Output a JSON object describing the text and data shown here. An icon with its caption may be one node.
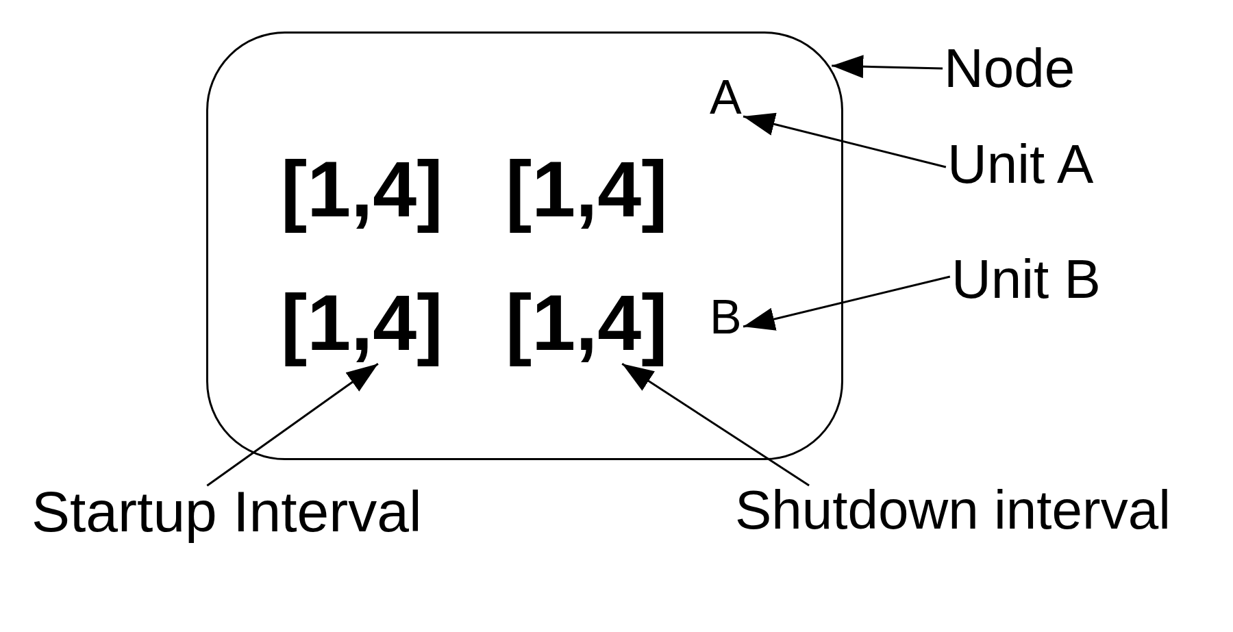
{
  "diagram": {
    "nodes": [
      {
        "text": [],
        "shape": "box"
      },
      {
        "text": [
          "[1,4]"
        ],
        "in": 0
      },
      {
        "text": [
          "[1,4]"
        ],
        "in": 0
      },
      {
        "text": [
          "A"
        ],
        "in": 0
      },
      {
        "text": [
          "[1,4]"
        ],
        "in": 0
      },
      {
        "text": [
          "[1,4]"
        ],
        "in": 0
      },
      {
        "text": [
          "B"
        ],
        "in": 0
      },
      {
        "text": [
          "Node"
        ]
      },
      {
        "text": [
          "Unit A"
        ]
      },
      {
        "text": [
          "Unit B"
        ]
      },
      {
        "text": [
          "Startup Interval"
        ]
      },
      {
        "text": [
          "Shutdown interval"
        ]
      }
    ],
    "edges": [
      {
        "from": 7,
        "to": 0,
        "arrow": "to"
      },
      {
        "from": 8,
        "to": 3,
        "arrow": "to"
      },
      {
        "from": 9,
        "to": 6,
        "arrow": "to"
      },
      {
        "from": 10,
        "to": 4,
        "arrow": "to"
      },
      {
        "from": 11,
        "to": 5,
        "arrow": "to"
      }
    ]
  }
}
